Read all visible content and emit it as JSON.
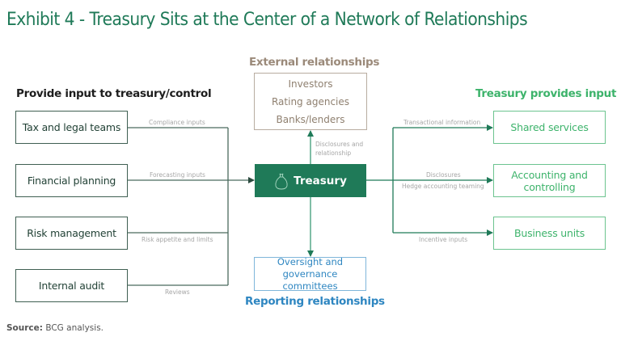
{
  "title": "Exhibit 4 - Treasury Sits at the Center of a Network of Relationships",
  "headings": {
    "left": "Provide input to treasury/control",
    "external": "External relationships",
    "right": "Treasury provides input",
    "reporting": "Reporting relationships"
  },
  "left_boxes": [
    {
      "label": "Tax and legal teams",
      "connector": "Compliance inputs"
    },
    {
      "label": "Financial planning",
      "connector": "Forecasting inputs"
    },
    {
      "label": "Risk management",
      "connector": "Risk appetite and limits"
    },
    {
      "label": "Internal audit",
      "connector": "Reviews"
    }
  ],
  "external_box": {
    "items": [
      "Investors",
      "Rating agencies",
      "Banks/lenders"
    ],
    "connector_line1": "Disclosures and",
    "connector_line2": "relationship"
  },
  "center": {
    "label": "Treasury",
    "icon": "money-bag-icon"
  },
  "oversight_box": {
    "line1": "Oversight and",
    "line2": "governance committees"
  },
  "right_boxes": [
    {
      "label": "Shared services",
      "connector": "Transactional information"
    },
    {
      "line1": "Accounting and",
      "line2": "controlling",
      "connector_line1": "Disclosures",
      "connector_line2": "Hedge accounting teaming"
    },
    {
      "label": "Business units",
      "connector": "Incentive inputs"
    }
  ],
  "source": {
    "label": "Source:",
    "text": " BCG analysis."
  },
  "colors": {
    "title": "#1f7a58",
    "treasury": "#1f7a58",
    "left_border": "#3f5f52",
    "right": "#3db36b",
    "external": "#9b8a7a",
    "reporting": "#2e86c1"
  }
}
